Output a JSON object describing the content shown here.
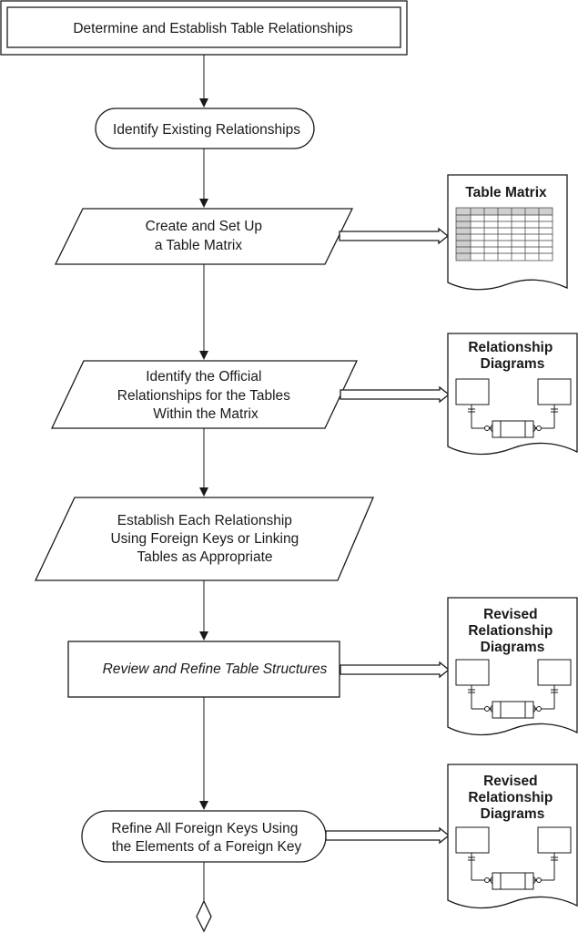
{
  "diagram": {
    "title_box": "Determine and Establish Table Relationships",
    "steps": {
      "identify_existing": "Identify Existing Relationships",
      "create_matrix": [
        "Create and Set Up",
        "a Table Matrix"
      ],
      "identify_official": [
        "Identify the Official",
        "Relationships for the Tables",
        "Within the Matrix"
      ],
      "establish_each": [
        "Establish Each Relationship",
        "Using Foreign Keys or Linking",
        "Tables as Appropriate"
      ],
      "review_refine": "Review and Refine Table Structures",
      "refine_foreign_keys": [
        "Refine All Foreign Keys Using",
        "the Elements of a Foreign Key"
      ]
    },
    "documents": {
      "table_matrix": [
        "Table Matrix"
      ],
      "relationship_diagrams": [
        "Relationship",
        "Diagrams"
      ],
      "revised_diagrams_1": [
        "Revised",
        "Relationship",
        "Diagrams"
      ],
      "revised_diagrams_2": [
        "Revised",
        "Relationship",
        "Diagrams"
      ]
    }
  },
  "colors": {
    "stroke": "#1a1a1a",
    "matrix_shade": "#cfcfcf"
  }
}
